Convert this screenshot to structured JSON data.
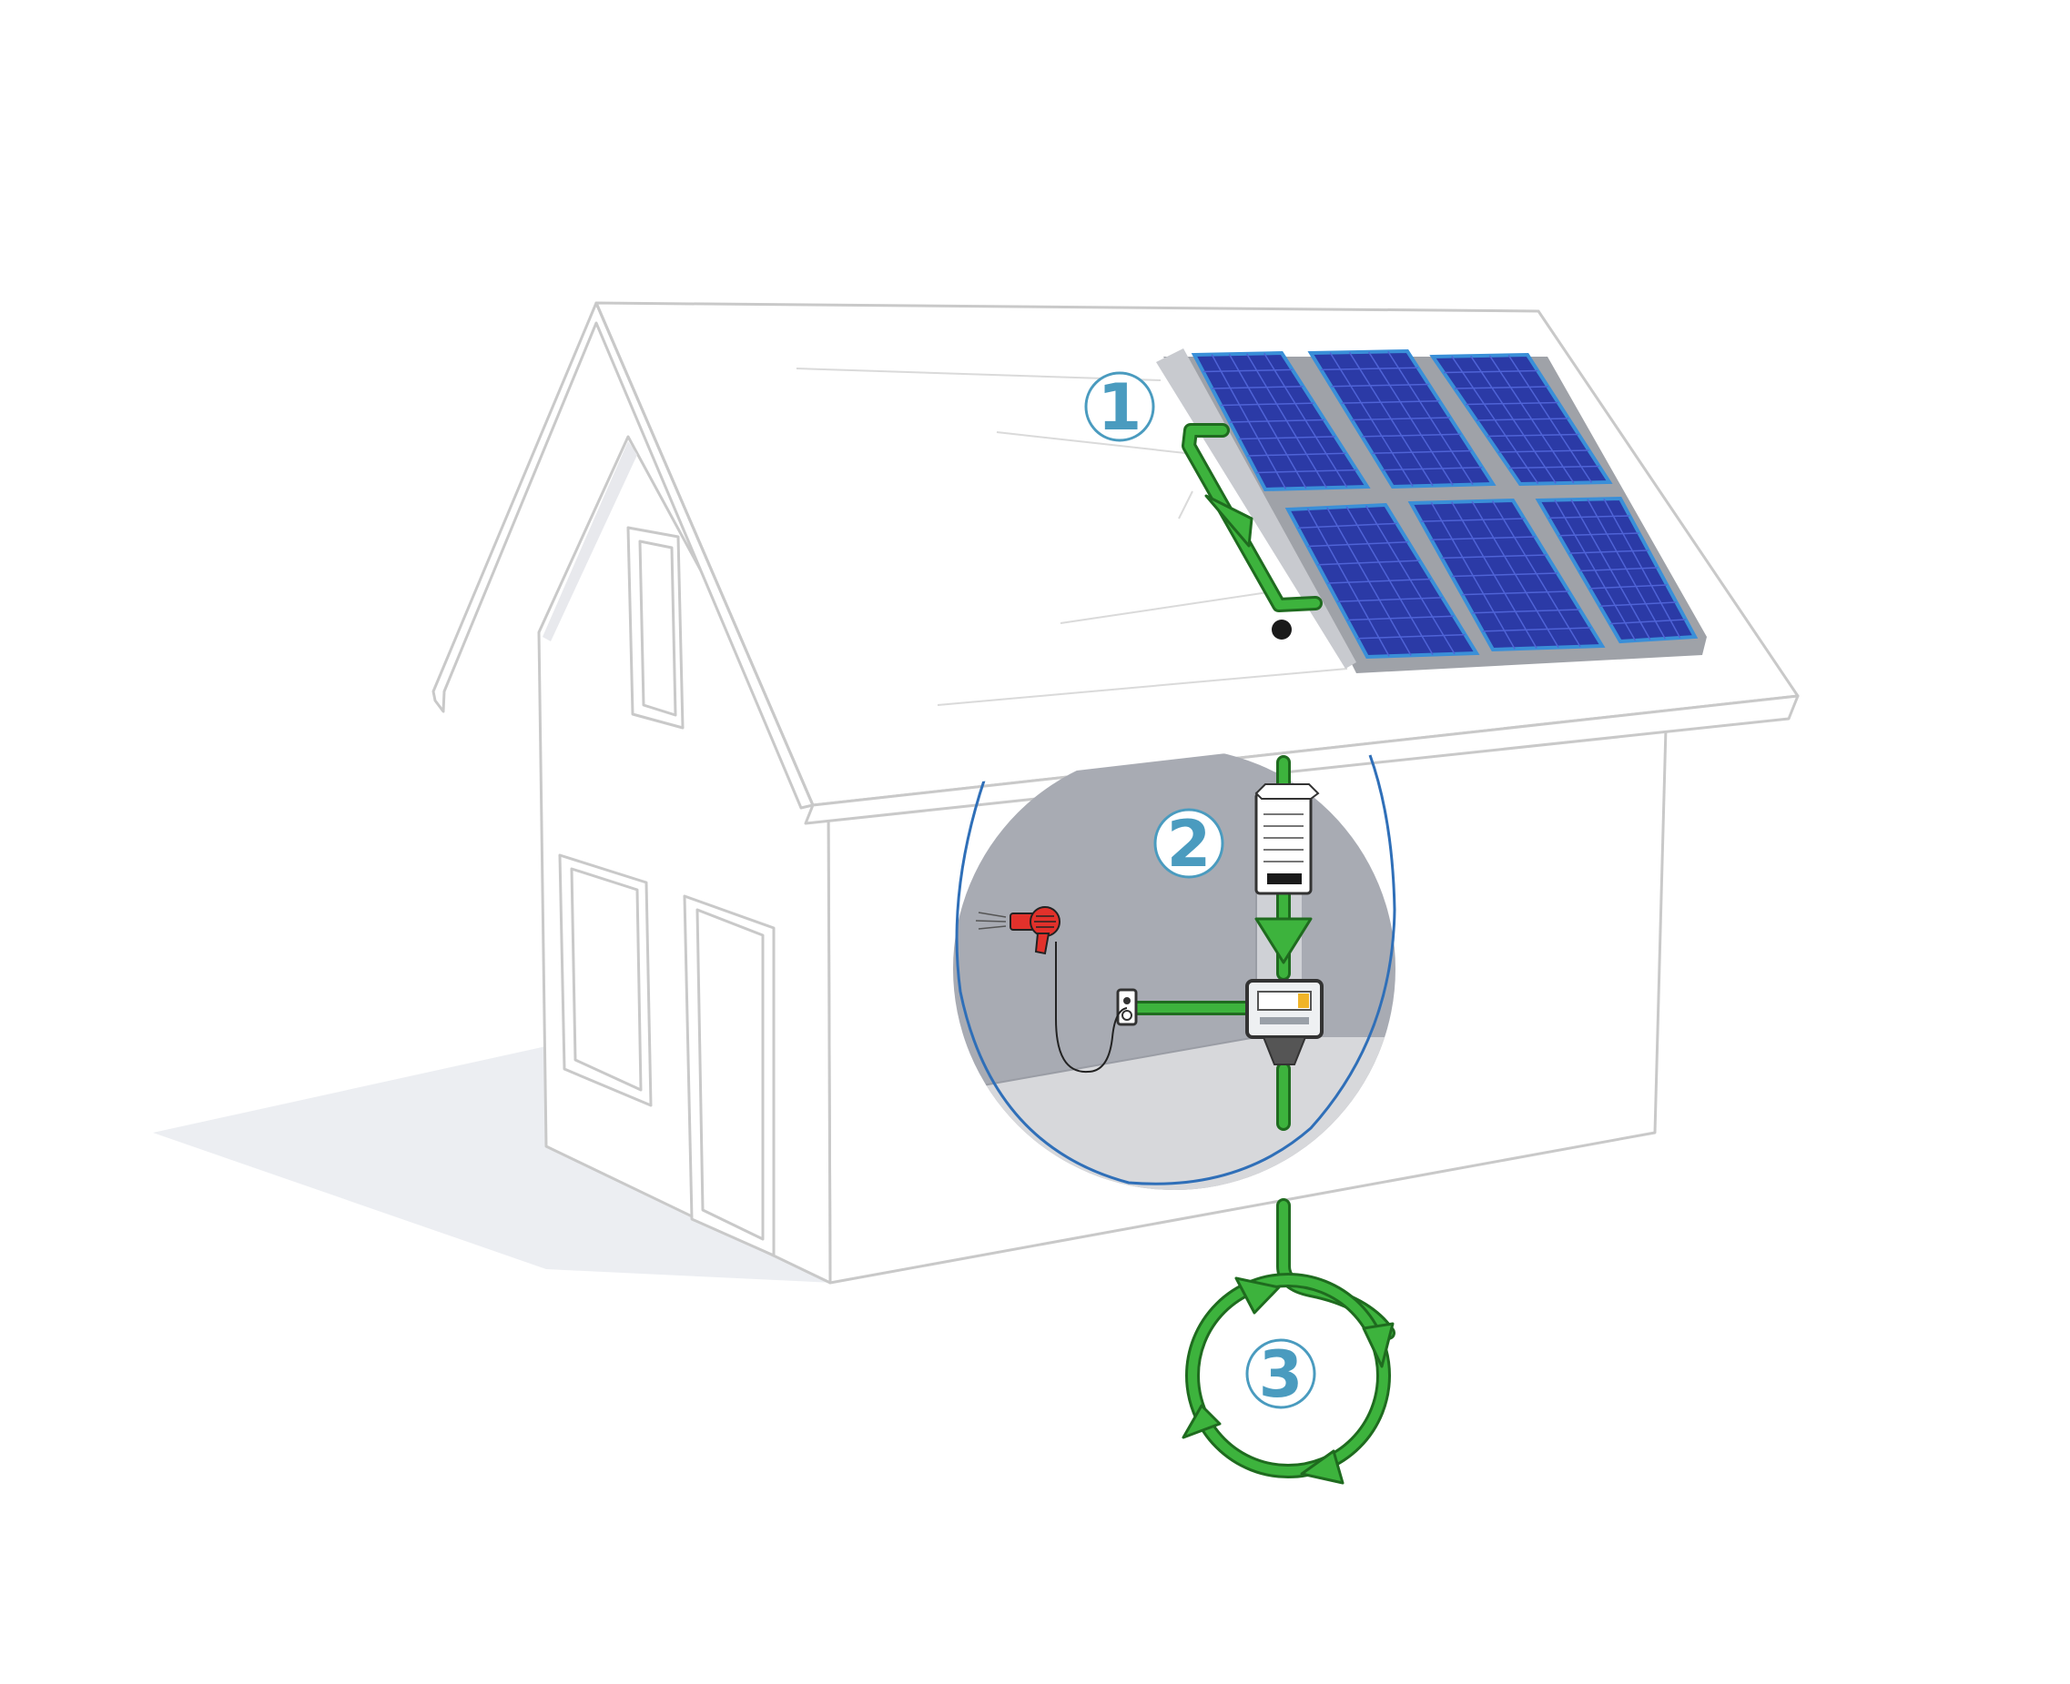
{
  "steps": [
    {
      "number": "1"
    },
    {
      "number": "2"
    },
    {
      "number": "3"
    }
  ],
  "colors": {
    "house_outline": "#c9c9c9",
    "shadow": "#eceef2",
    "panel_fill": "#2b3aa6",
    "panel_grid": "#4f63d6",
    "panel_frame": "#3a8fd8",
    "panel_base": "#9fa2a8",
    "flow_green": "#3db33d",
    "flow_outline": "#1f6b1f",
    "step_circle": "#4a9bbf",
    "cutaway_wall": "#a8abb3",
    "cutaway_floor": "#d7d8db",
    "cutaway_border": "#2f6fb8",
    "hairdryer": "#e2312b"
  },
  "icons": [
    "solar-panel-icon",
    "inverter-icon",
    "meter-icon",
    "outlet-icon",
    "hair-dryer-icon",
    "grid-cycle-icon"
  ]
}
